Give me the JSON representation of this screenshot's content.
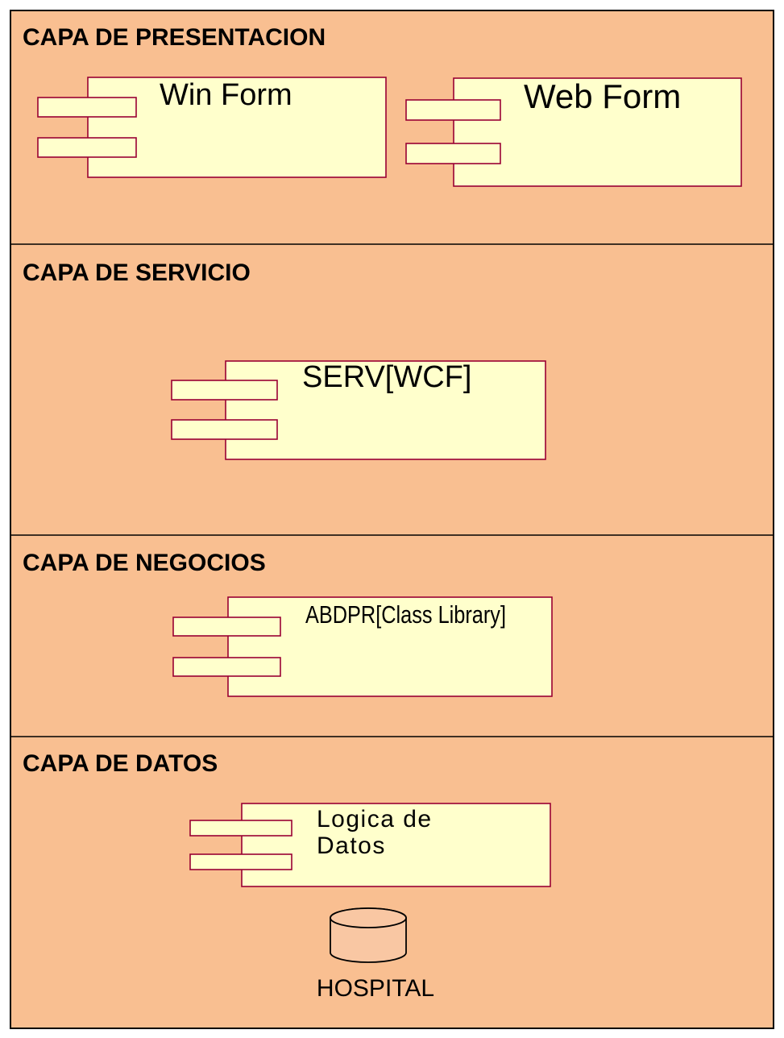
{
  "colors": {
    "layer_background": "#f9bf91",
    "component_fill": "#ffffcc",
    "component_stroke": "#990033",
    "database_fill": "#f9c7a3"
  },
  "layers": [
    {
      "title": "CAPA DE PRESENTACION",
      "components": [
        {
          "label": "Win Form"
        },
        {
          "label": "Web Form"
        }
      ]
    },
    {
      "title": "CAPA DE SERVICIO",
      "components": [
        {
          "label": "SERV[WCF]"
        }
      ]
    },
    {
      "title": "CAPA DE NEGOCIOS",
      "components": [
        {
          "label": "ABDPR[Class Library]"
        }
      ]
    },
    {
      "title": "CAPA DE DATOS",
      "components": [
        {
          "label_lines": [
            "Logica de",
            "Datos"
          ]
        }
      ],
      "database": {
        "icon": "database-cylinder-icon",
        "label": "HOSPITAL"
      }
    }
  ]
}
